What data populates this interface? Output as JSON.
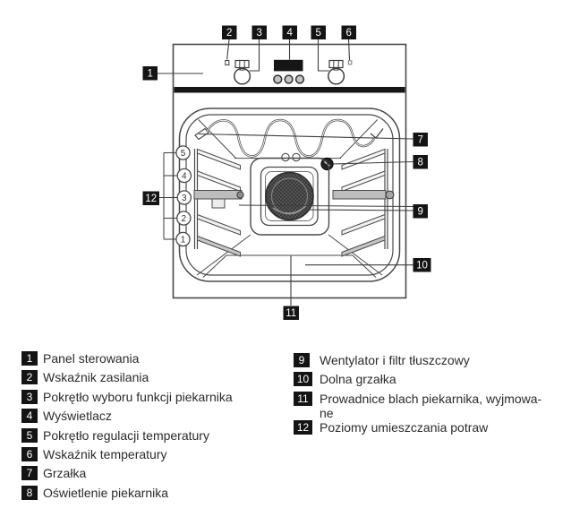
{
  "diagram": {
    "callouts": [
      {
        "number": "1"
      },
      {
        "number": "2"
      },
      {
        "number": "3"
      },
      {
        "number": "4"
      },
      {
        "number": "5"
      },
      {
        "number": "6"
      },
      {
        "number": "7"
      },
      {
        "number": "8"
      },
      {
        "number": "9"
      },
      {
        "number": "10"
      },
      {
        "number": "11"
      },
      {
        "number": "12"
      }
    ],
    "levels": [
      "5",
      "4",
      "3",
      "2",
      "1"
    ]
  },
  "legend": {
    "left": [
      {
        "number": "1",
        "label": "Panel sterowania"
      },
      {
        "number": "2",
        "label": "Wskaźnik zasilania"
      },
      {
        "number": "3",
        "label": "Pokrętło wyboru funkcji piekarnika"
      },
      {
        "number": "4",
        "label": "Wyświetlacz"
      },
      {
        "number": "5",
        "label": "Pokrętło regulacji temperatury"
      },
      {
        "number": "6",
        "label": "Wskaźnik temperatury"
      },
      {
        "number": "7",
        "label": "Grzałka"
      },
      {
        "number": "8",
        "label": "Oświetlenie piekarnika"
      }
    ],
    "right": [
      {
        "number": "9",
        "label": "Wentylator i filtr tłuszczowy",
        "label2": ""
      },
      {
        "number": "10",
        "label": "Dolna grzałka",
        "label2": ""
      },
      {
        "number": "11",
        "label": "Prowadnice blach piekarnika, wyjmowa-",
        "label2": "ne"
      },
      {
        "number": "12",
        "label": "Poziomy umieszczania potraw",
        "label2": ""
      }
    ]
  },
  "colors": {
    "ink": "#141414",
    "line": "#4a4a4a"
  }
}
